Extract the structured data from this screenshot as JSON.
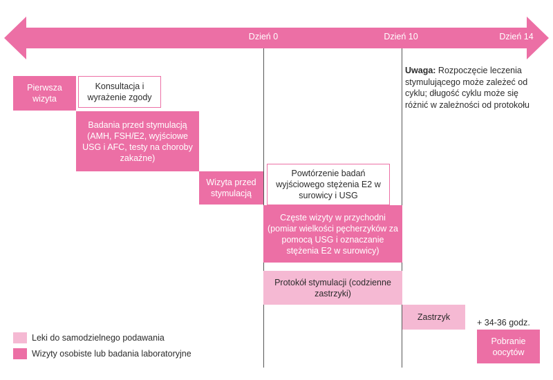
{
  "colors": {
    "dark": "#ec6fa5",
    "light": "#f5b9d3",
    "arrow": "#ec6fa5"
  },
  "timeline": {
    "days": [
      "Dzień 0",
      "Dzień 10",
      "Dzień 14"
    ]
  },
  "note": {
    "label": "Uwaga:",
    "text": " Rozpoczęcie leczenia stymulującego może zależeć od cyklu; długość cyklu może się różnić w zależności od protokołu"
  },
  "steps": {
    "first_visit": "Pierwsza wizyta",
    "consultation": "Konsultacja i wyrażenie zgody",
    "pre_tests": "Badania przed stymulacją (AMH, FSH/E2, wyjściowe USG i AFC, testy na choroby zakaźne)",
    "pre_visit": "Wizyta przed stymulacją",
    "repeat_tests": "Powtórzenie badań wyjściowego stężenia E2 w surowicy i USG",
    "frequent_visits": "Częste wizyty w przychodni (pomiar wielkości pęcherzyków za pomocą USG i oznaczanie stężenia E2 w surowicy)",
    "protocol": "Protokół stymulacji (codzienne zastrzyki)",
    "injection": "Zastrzyk",
    "hours": "+ 34-36 godz.",
    "retrieval": "Pobranie oocytów"
  },
  "legend": {
    "self_admin": "Leki do samodzielnego podawania",
    "visits": "Wizyty osobiste lub badania laboratoryjne"
  }
}
